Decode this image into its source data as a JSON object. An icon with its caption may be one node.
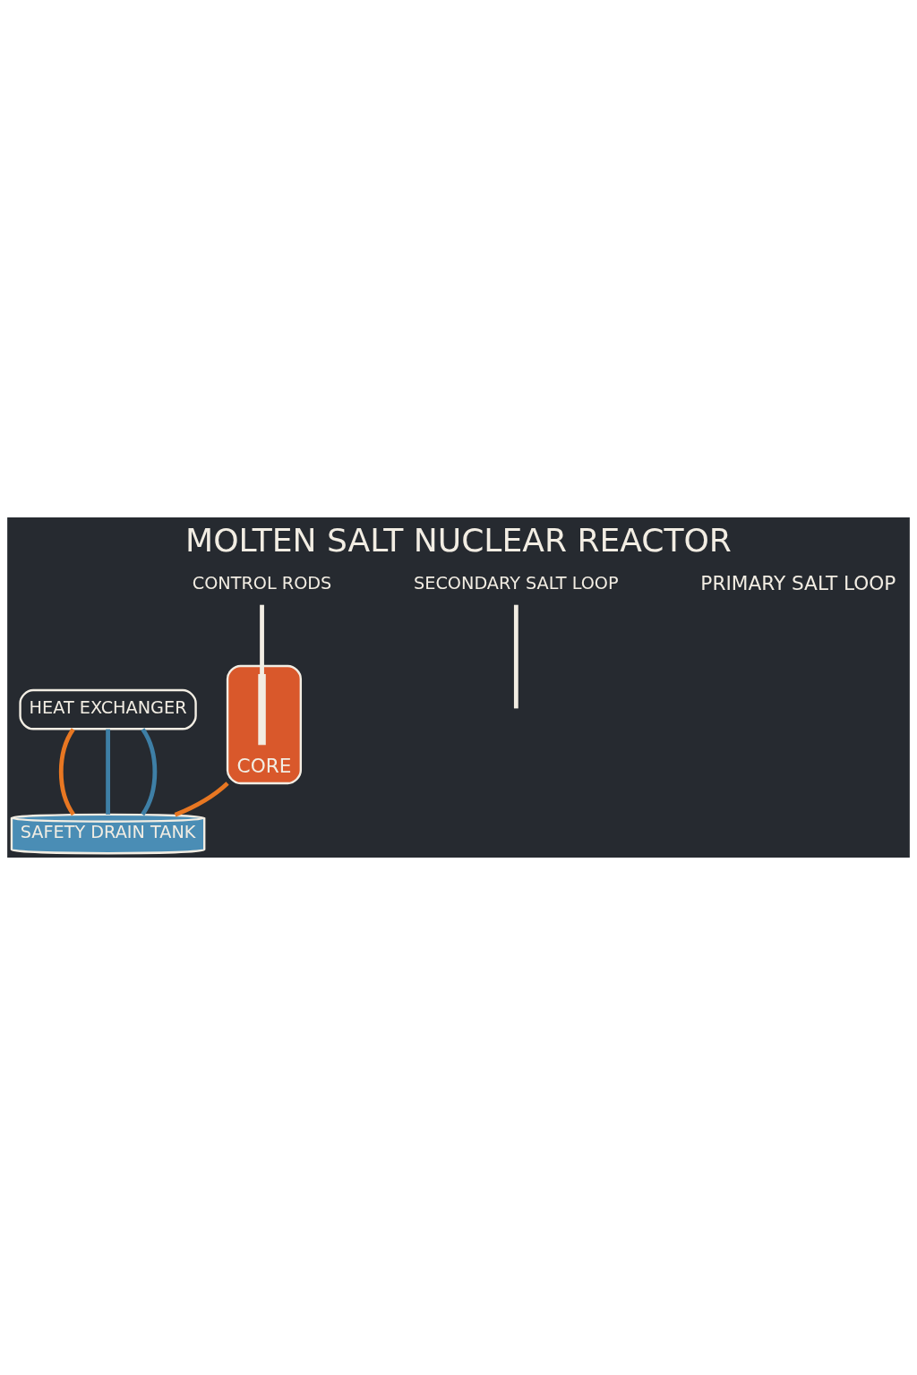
{
  "diagram": {
    "title": "MOLTEN SALT NUCLEAR REACTOR",
    "nodes": [
      {
        "text": [
          "CORE"
        ]
      },
      {
        "text": [
          "HEAT EXCHANGER"
        ]
      },
      {
        "text": [
          "SAFETY DRAIN TANK"
        ]
      },
      {
        "text": [
          "CONTROL RODS"
        ]
      },
      {
        "text": [],
        "shape": "bar",
        "in": 0
      },
      {
        "text": [
          "SECONDARY SALT LOOP"
        ]
      }
    ],
    "edges": [
      {
        "from": 1,
        "to": 2,
        "arrow": "none",
        "color": "#e87722"
      },
      {
        "from": 0,
        "to": 2,
        "arrow": "none",
        "color": "#e87722"
      },
      {
        "from": 1,
        "to": 2,
        "arrow": "none",
        "color": "#3e7fa6"
      },
      {
        "from": 1,
        "to": 2,
        "arrow": "none",
        "color": "#3e7fa6"
      },
      {
        "from": 3,
        "to": 4,
        "arrow": "none",
        "color": "#f2ede3"
      },
      {
        "from": 5,
        "to": null,
        "arrow": "none",
        "color": "#f2ede3"
      }
    ],
    "labels": [
      "PRIMARY SALT LOOP"
    ]
  }
}
